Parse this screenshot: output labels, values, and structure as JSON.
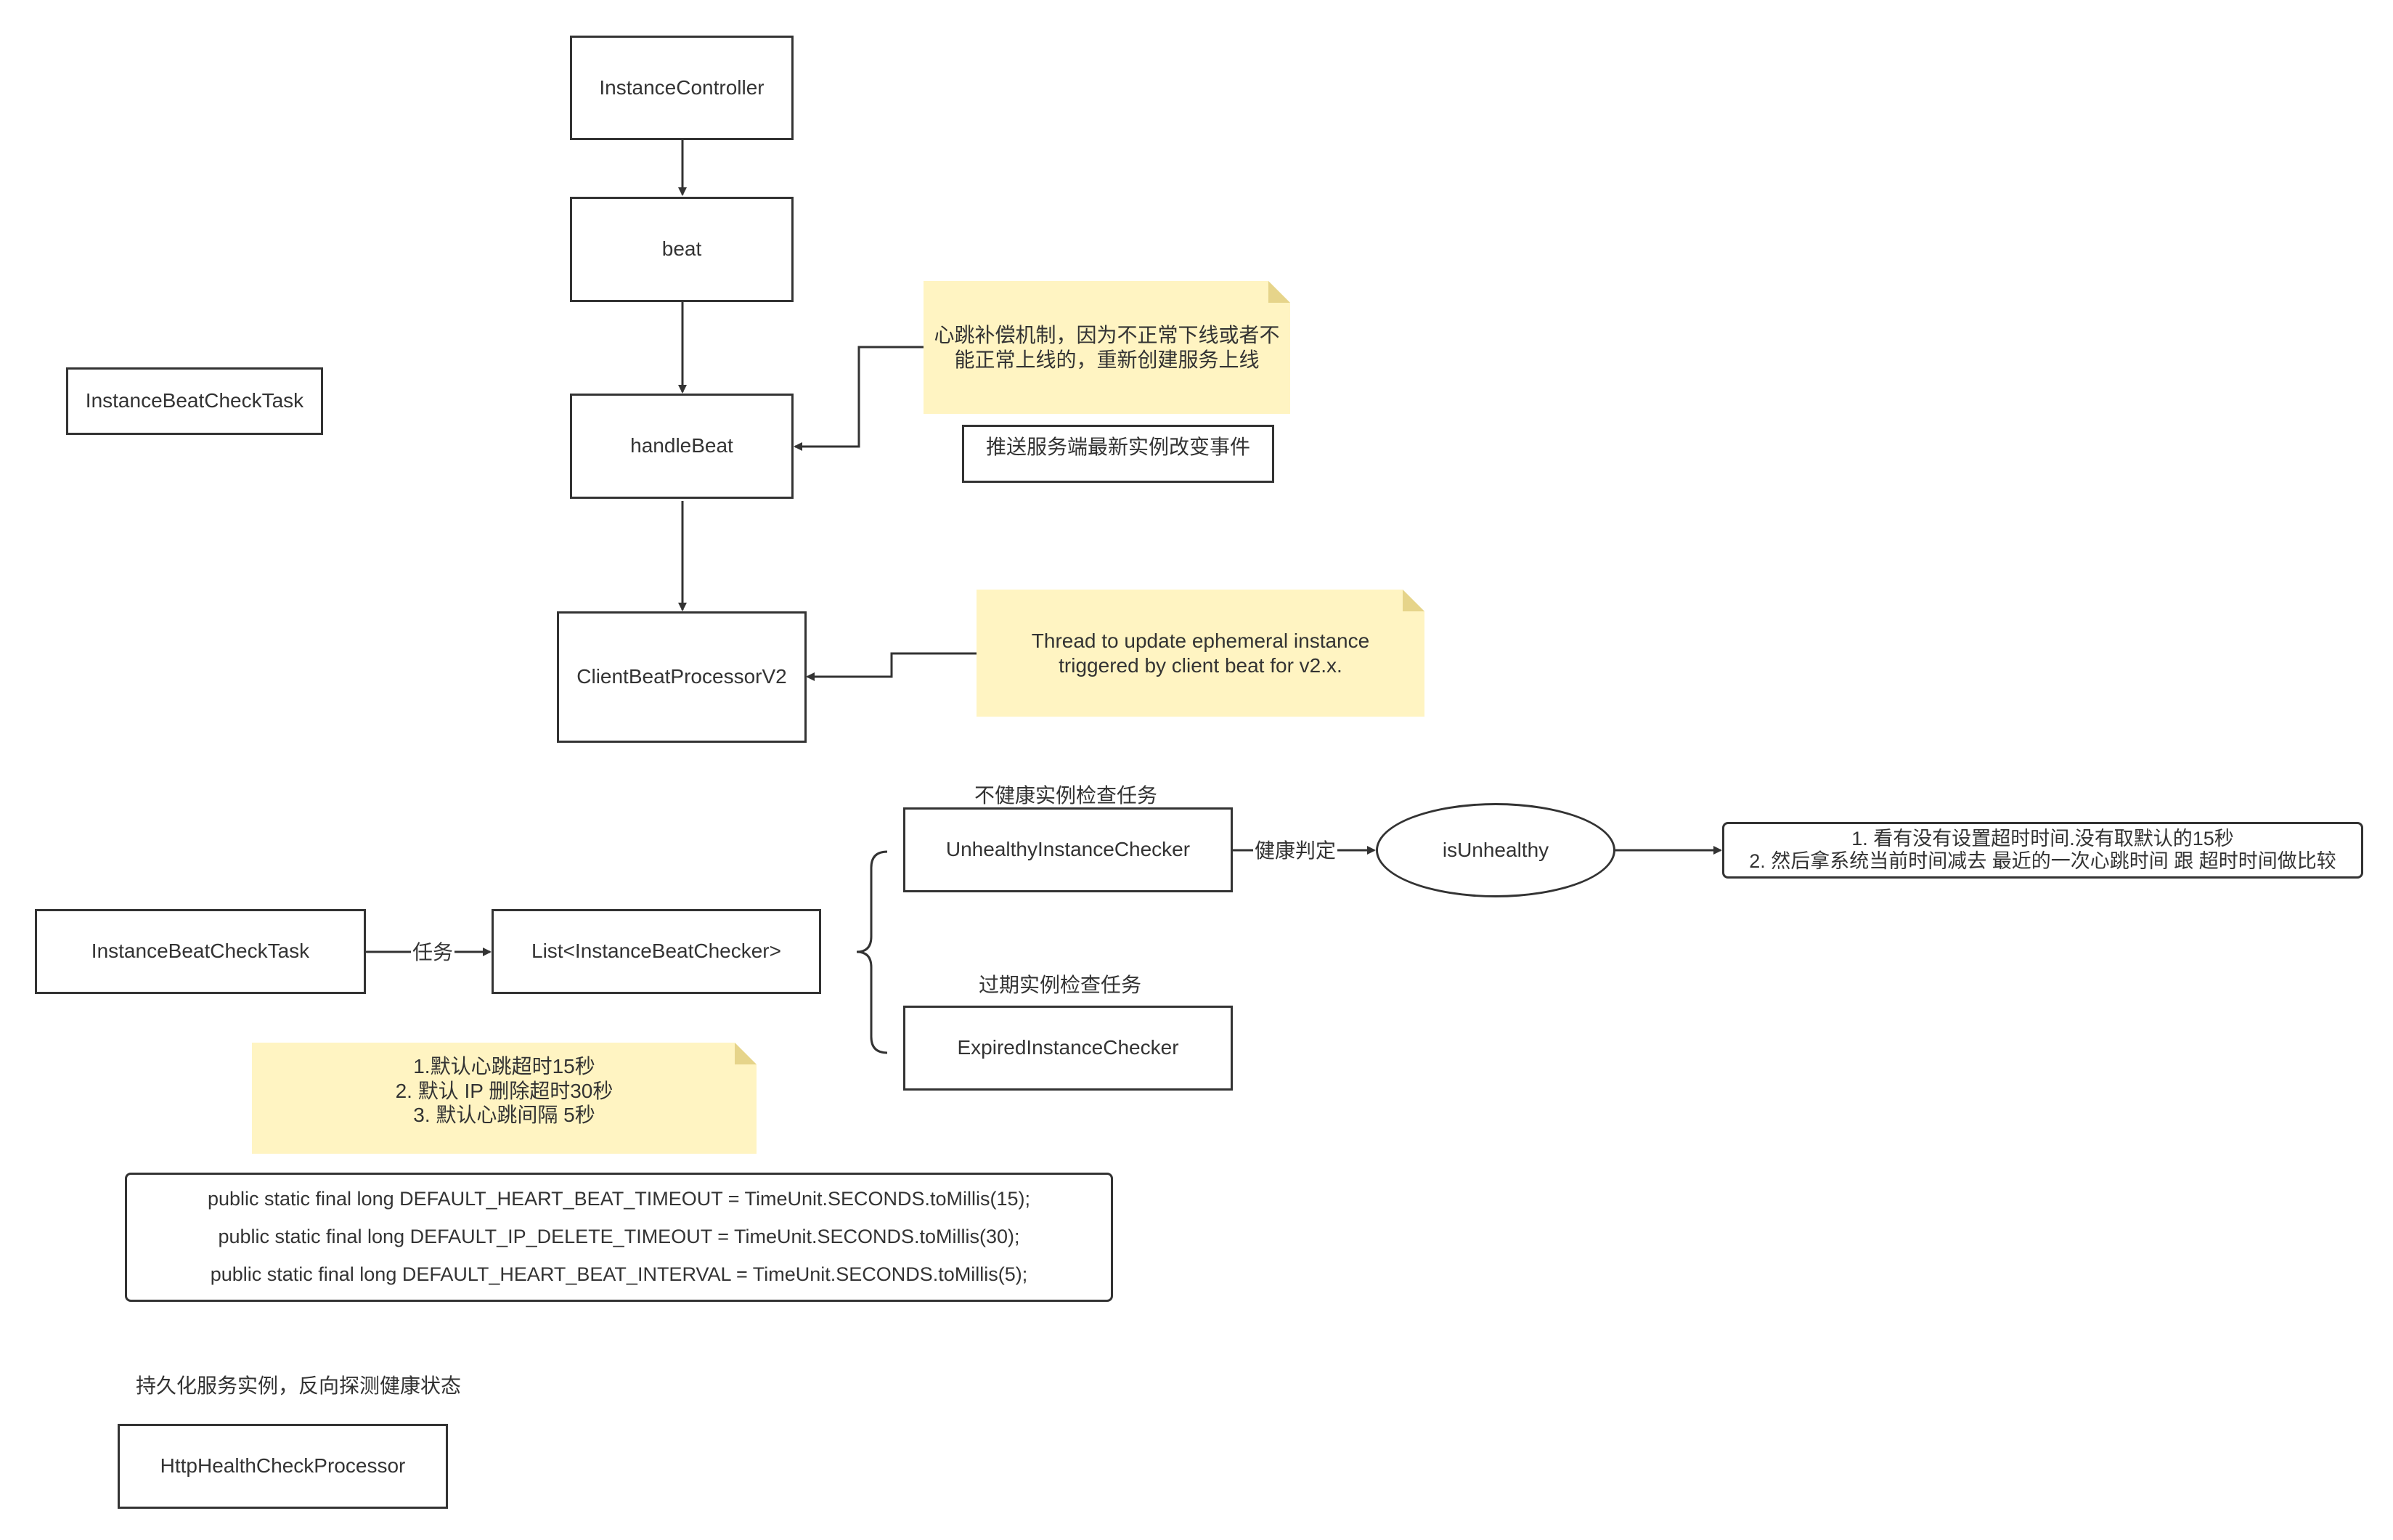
{
  "nodes": {
    "instance_controller": "InstanceController",
    "beat": "beat",
    "handle_beat": "handleBeat",
    "client_beat_processor": "ClientBeatProcessorV2",
    "instance_beat_check_task_top": "InstanceBeatCheckTask",
    "push_event": "推送服务端最新实例改变事件",
    "instance_beat_check_task": "InstanceBeatCheckTask",
    "checker_list": "List<InstanceBeatChecker>",
    "unhealthy_checker": "UnhealthyInstanceChecker",
    "expired_checker": "ExpiredInstanceChecker",
    "is_unhealthy": "isUnhealthy",
    "http_health_check": "HttpHealthCheckProcessor"
  },
  "notes": {
    "compensation": [
      "心跳补偿机制，因为不正常下线或者不",
      "能正常上线的，重新创建服务上线"
    ],
    "thread_update": [
      "Thread to update ephemeral instance",
      "triggered by client beat for v2.x."
    ],
    "defaults": [
      "1.默认心跳超时15秒",
      "2. 默认 IP 删除超时30秒",
      "3. 默认心跳间隔 5秒"
    ]
  },
  "rules_box": [
    "1. 看有没有设置超时时间.没有取默认的15秒",
    "2. 然后拿系统当前时间减去 最近的一次心跳时间 跟 超时时间做比较"
  ],
  "code_box": [
    "public static final long DEFAULT_HEART_BEAT_TIMEOUT = TimeUnit.SECONDS.toMillis(15);",
    "public static final long DEFAULT_IP_DELETE_TIMEOUT = TimeUnit.SECONDS.toMillis(30);",
    "public static final long DEFAULT_HEART_BEAT_INTERVAL = TimeUnit.SECONDS.toMillis(5);"
  ],
  "labels": {
    "unhealthy_task": "不健康实例检查任务",
    "expired_task": "过期实例检查任务",
    "persistent": "持久化服务实例，反向探测健康状态"
  },
  "edge_labels": {
    "task": "任务",
    "health_judge": "健康判定"
  },
  "colors": {
    "note_fill": "#fff4c2",
    "note_fold": "#e6d48a",
    "stroke": "#333333"
  }
}
